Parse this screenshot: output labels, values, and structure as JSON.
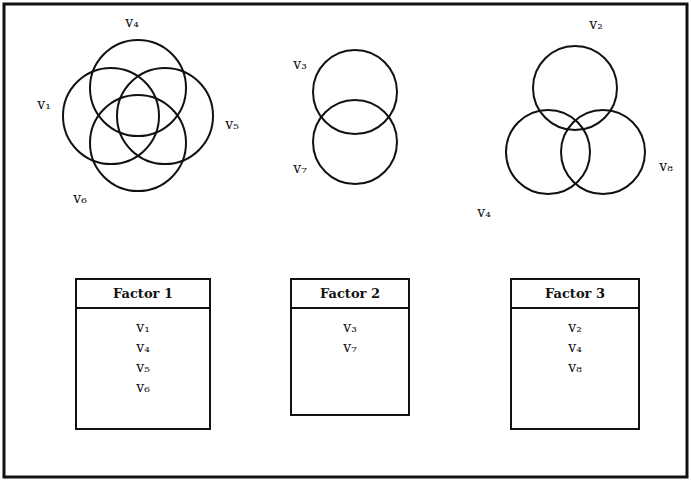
{
  "diagram": {
    "nodes": [
      {
        "text": [
          "Factor 1",
          "v₁",
          "v₄",
          "v₅",
          "v₆"
        ]
      },
      {
        "text": [
          "Factor 2",
          "v₃",
          "v₇"
        ]
      },
      {
        "text": [
          "Factor 3",
          "v₂",
          "v₄",
          "v₈"
        ]
      }
    ],
    "labels": [
      "v₄",
      "v₁",
      "v₅",
      "v₆",
      "v₃",
      "v₇",
      "v₂",
      "v₄",
      "v₈"
    ]
  }
}
